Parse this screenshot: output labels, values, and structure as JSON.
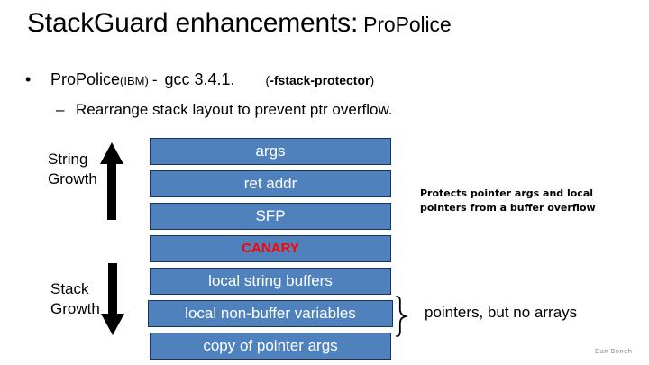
{
  "slide": {
    "title": {
      "main": "StackGuard enhancements:",
      "sub": "ProPolice"
    },
    "bullets": {
      "main": {
        "marker": "•",
        "name": "ProPolice",
        "vendor": "(IBM)",
        "dash": "-",
        "compiler": "gcc 3.4.1.",
        "flag_open": "(",
        "flag": "-fstack-protector",
        "flag_close": ")"
      },
      "sub": {
        "marker": "–",
        "text": "Rearrange stack layout to prevent ptr overflow."
      }
    },
    "diagram": {
      "frames": [
        {
          "label": "args",
          "style": "normal"
        },
        {
          "label": "ret addr",
          "style": "normal"
        },
        {
          "label": "SFP",
          "style": "normal"
        },
        {
          "label": "CANARY",
          "style": "canary"
        },
        {
          "label": "local string buffers",
          "style": "normal"
        },
        {
          "label": "local non-buffer variables",
          "style": "wide"
        },
        {
          "label": "copy of pointer args",
          "style": "normal"
        }
      ],
      "growth_labels": {
        "string": "String\nGrowth",
        "string_line1": "String",
        "string_line2": "Growth",
        "stack_line1": "Stack",
        "stack_line2": "Growth"
      },
      "annotations": {
        "protect_line1": "Protects pointer args and local",
        "protect_line2": "pointers from a buffer overflow",
        "pointers": "pointers, but no arrays"
      }
    },
    "credit": "Dan Boneh",
    "colors": {
      "frame_fill": "#4f82bd",
      "frame_border": "#17365d",
      "frame_text": "#ffffff",
      "canary_text": "#ff0000",
      "background": "#ffffff",
      "credit_text": "#8a8a8a"
    }
  }
}
